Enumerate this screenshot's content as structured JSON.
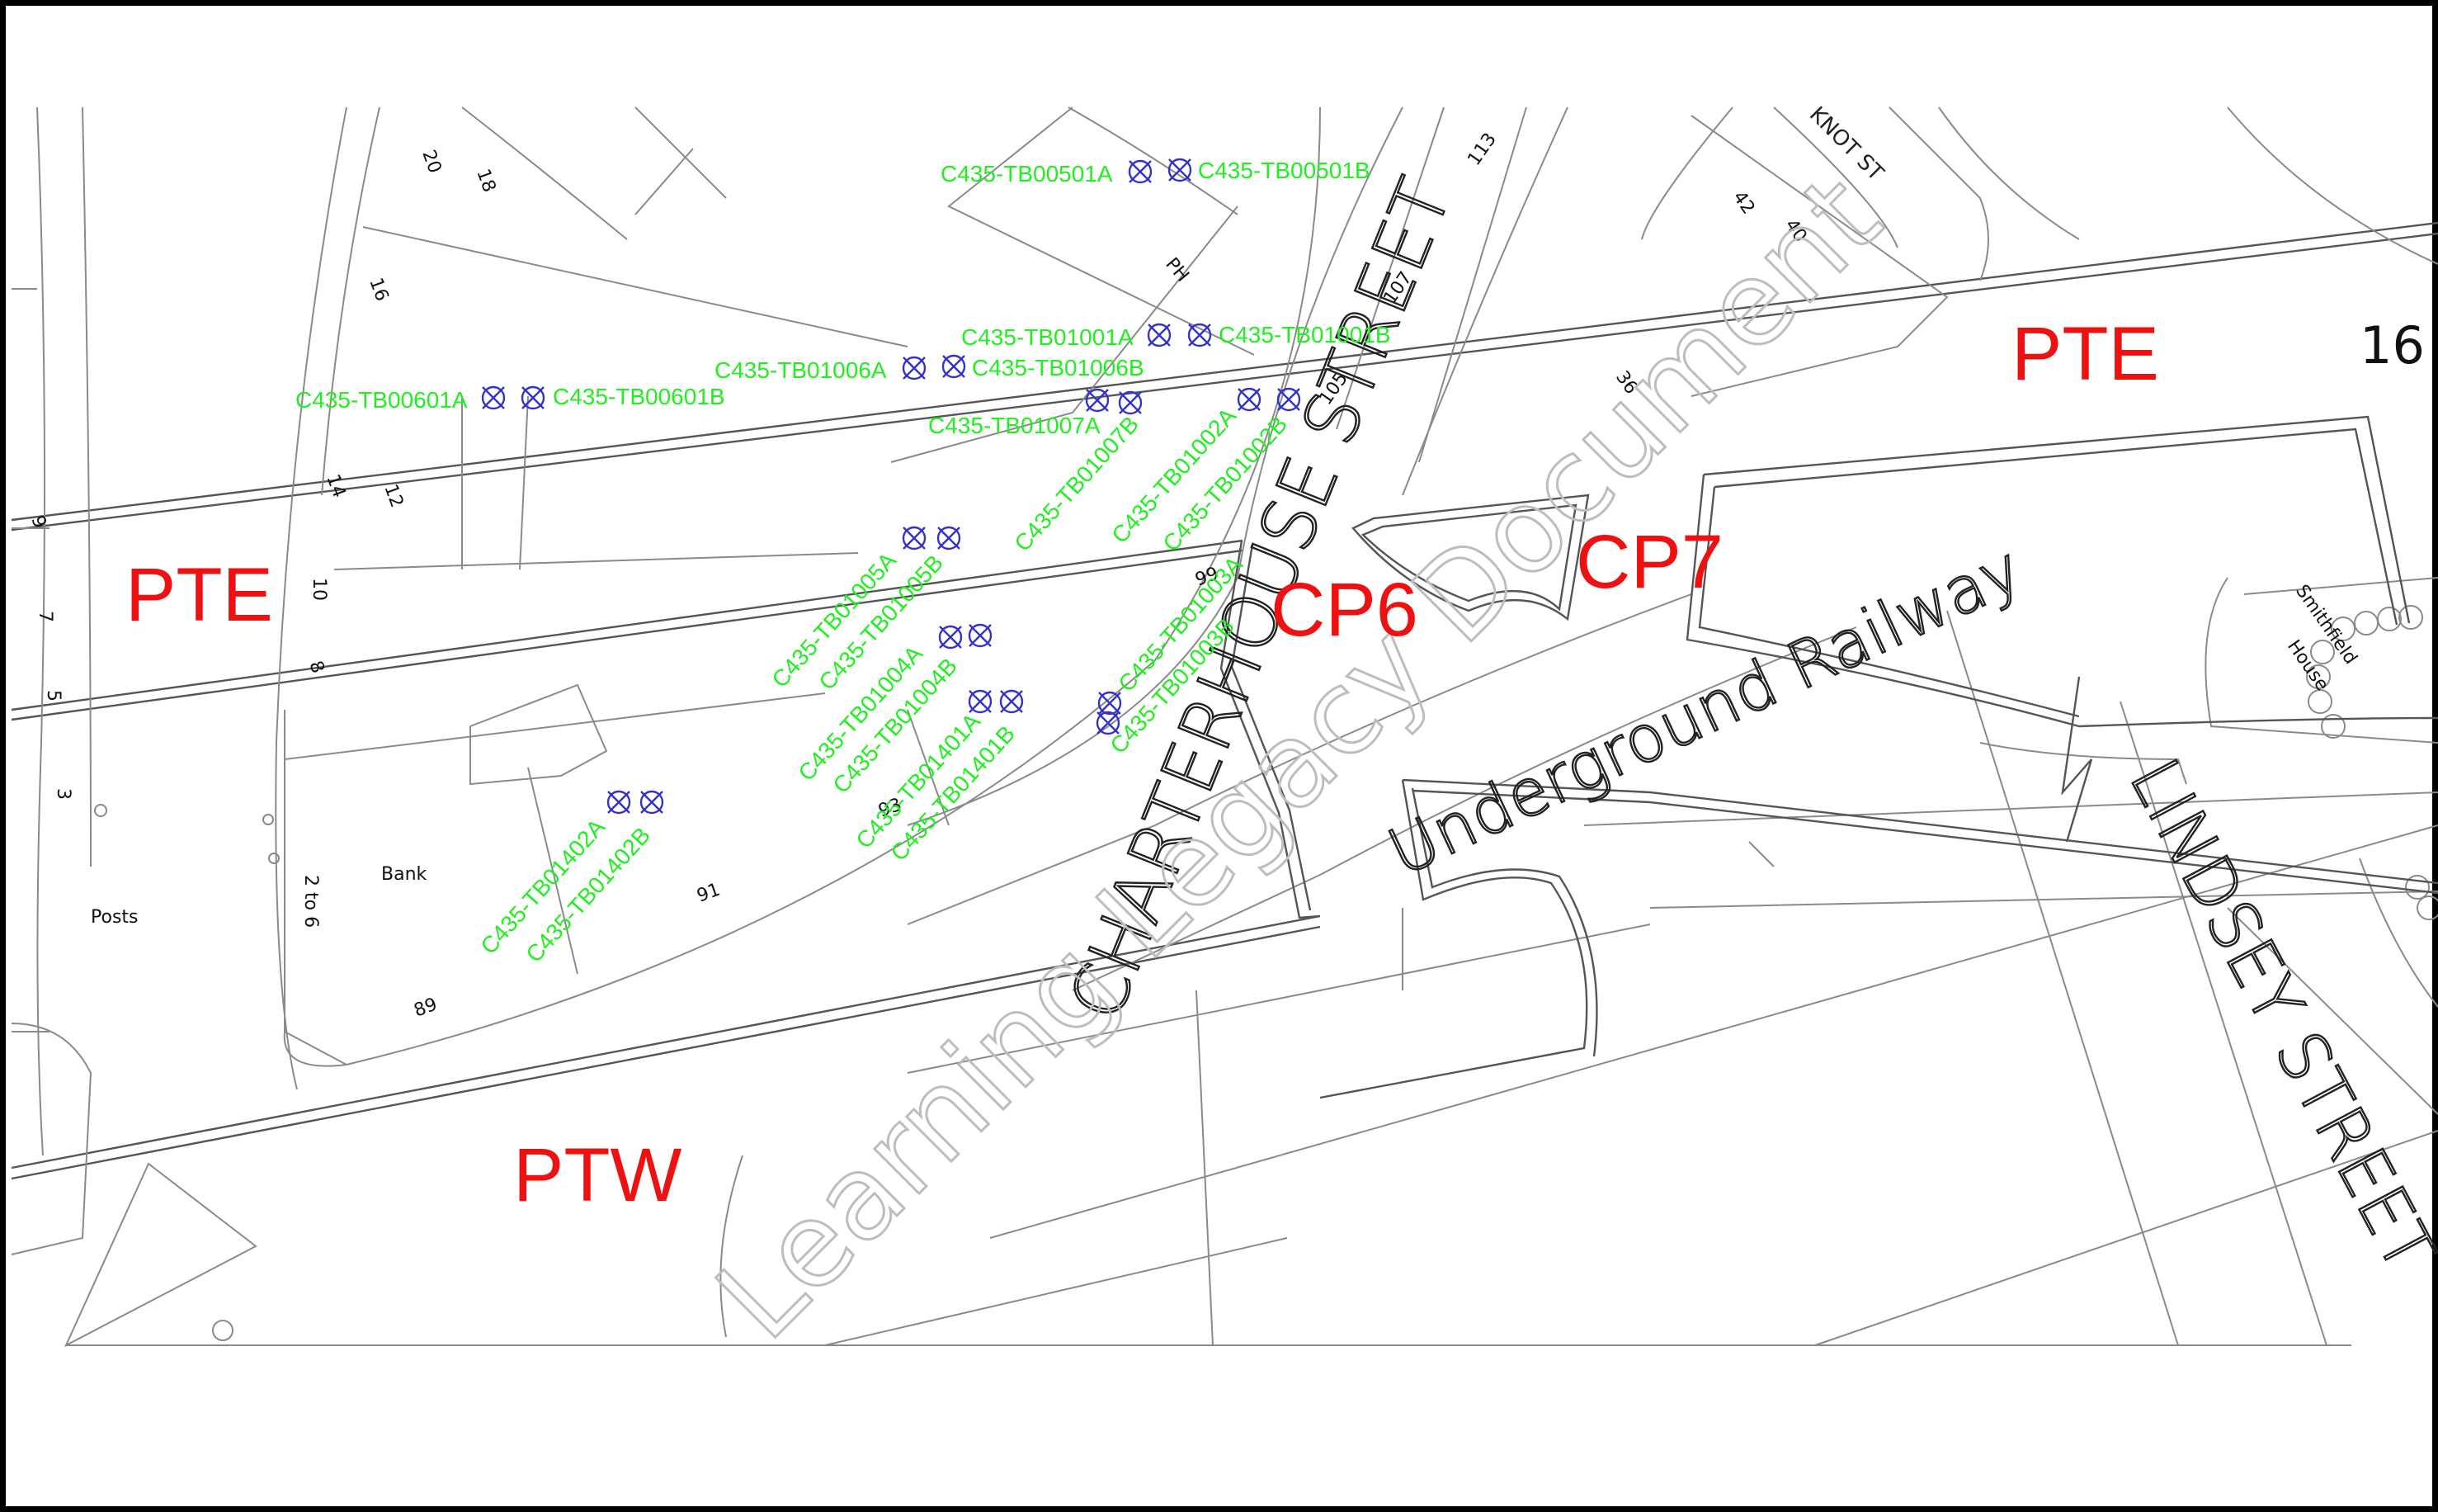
{
  "zones": [
    "PTE",
    "PTE",
    "PTW",
    "CP6",
    "CP7"
  ],
  "streets": [
    "CHARTERHOUSE STREET",
    "LINDSEY STREET",
    "Underground Railway",
    "KNOT ST"
  ],
  "watermark": "Learning Legacy Document",
  "labels": {
    "bank": "Bank",
    "posts": "Posts",
    "ph": "PH",
    "smithfield": "Smithfield",
    "house": "House",
    "cut_number": "16"
  },
  "numbers": [
    "20",
    "18",
    "16",
    "14",
    "12",
    "10",
    "8",
    "9",
    "7",
    "5",
    "3",
    "2 to 6",
    "89",
    "91",
    "93",
    "99",
    "105",
    "107",
    "113",
    "42",
    "40",
    "36"
  ],
  "boreholes": [
    "C435-TB00501A",
    "C435-TB00501B",
    "C435-TB01001A",
    "C435-TB01001B",
    "C435-TB01006A",
    "C435-TB01006B",
    "C435-TB00601A",
    "C435-TB00601B",
    "C435-TB01007A",
    "C435-TB01007B",
    "C435-TB01002A",
    "C435-TB01002B",
    "C435-TB01005A",
    "C435-TB01005B",
    "C435-TB01004A",
    "C435-TB01004B",
    "C435-TB01003A",
    "C435-TB01003B",
    "C435-TB01401A",
    "C435-TB01401B",
    "C435-TB01402A",
    "C435-TB01402B"
  ],
  "colors": {
    "zone": "#ee1111",
    "borehole_label": "#22ee22",
    "borehole_marker": "#3333cc",
    "base_map": "#8a8a8a",
    "watermark": "#bdbdbd"
  }
}
